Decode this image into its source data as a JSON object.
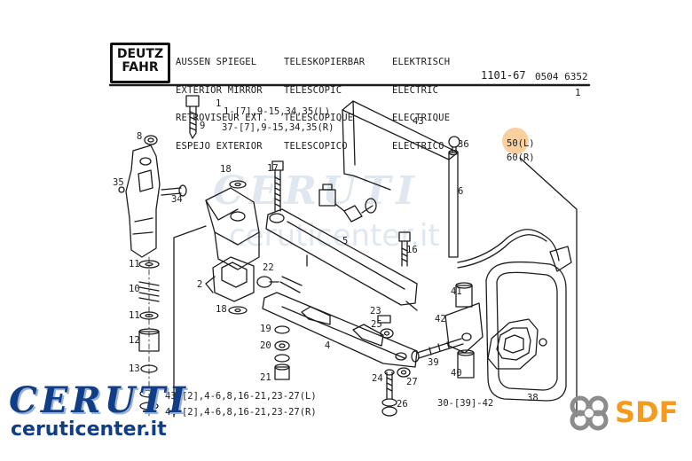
{
  "header": {
    "brand_line1": "DEUTZ",
    "brand_line2": "FAHR",
    "col1": [
      "AUSSEN SPIEGEL",
      "EXTERIOR MIRROR",
      "RETROVISEUR EXT.",
      "ESPEJO EXTERIOR"
    ],
    "col2": [
      "TELESKOPIERBAR",
      "TELESCOPIC",
      "TELESCOPIQUE",
      "TELESCOPICO"
    ],
    "col3": [
      "ELEKTRISCH",
      "ELECTRIC",
      "ELECTRIQUE",
      "ELECTRICO"
    ],
    "group": "1101-67",
    "code": "0504 6352",
    "page": "1"
  },
  "notes": {
    "top_left": "1-[7],9-15,34,35(L)",
    "top_right": "37-[7],9-15,34,35(R)",
    "bottom_left": "43-[2],4-6,8,16-21,23-27(L)",
    "bottom_right": "44-[2],4-6,8,16-21,23-27(R)",
    "mirror_left": "50(L)",
    "mirror_right": "60(R)",
    "range": "30-[39]-42"
  },
  "callouts": [
    "1",
    "2",
    "4",
    "5",
    "6",
    "8",
    "9",
    "10",
    "11",
    "11",
    "12",
    "13",
    "16",
    "17",
    "18",
    "18",
    "19",
    "20",
    "21",
    "22",
    "23",
    "24",
    "25",
    "26",
    "27",
    "34",
    "35",
    "36",
    "38",
    "39",
    "40",
    "41",
    "42",
    "43"
  ],
  "watermarks": {
    "ghost_logo": "CERUTI",
    "ghost_url": "ceruticenter.it",
    "logo": "CERUTI",
    "url": "ceruticenter.it",
    "brand": "SDF"
  },
  "colors": {
    "ink": "#1c1c1c",
    "watermark_blue": "#0f3d86",
    "sdf_orange": "#f39a1f",
    "highlight": "#f6aa50"
  }
}
